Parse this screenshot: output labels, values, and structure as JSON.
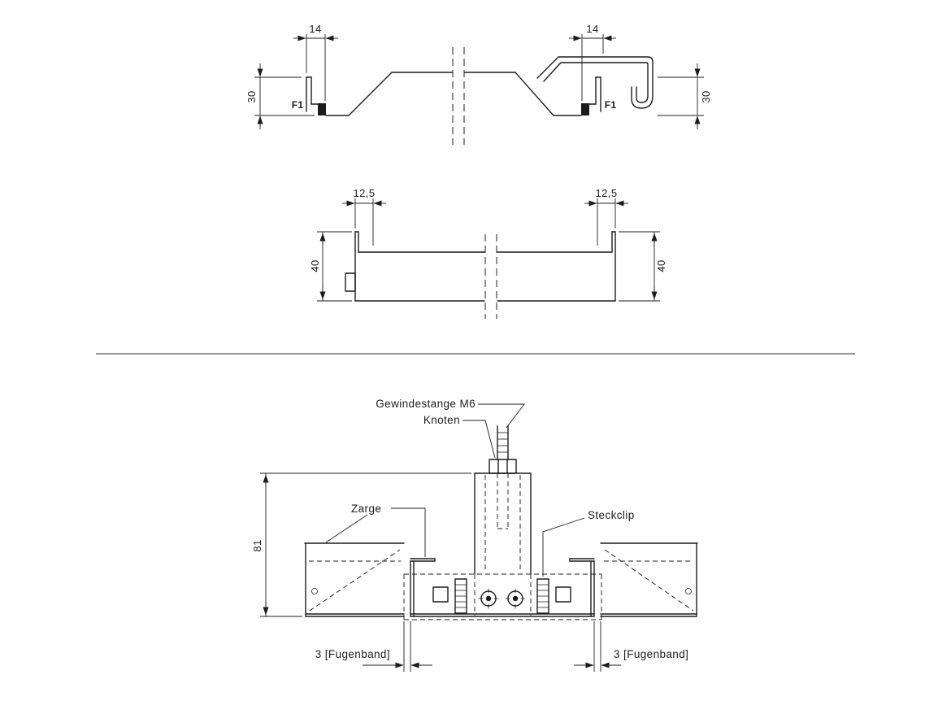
{
  "page": {
    "background": "#ffffff",
    "line_color": "#1c1c1c"
  },
  "top_profile": {
    "dim_width_left": "14",
    "dim_width_right": "14",
    "dim_height_left": "30",
    "dim_height_right": "30",
    "mark_left": "F1",
    "mark_right": "F1"
  },
  "middle_profile": {
    "dim_width_left": "12,5",
    "dim_width_right": "12,5",
    "dim_height_left": "40",
    "dim_height_right": "40"
  },
  "assembly": {
    "label_rod": "Gewindestange M6",
    "label_node": "Knoten",
    "label_frame": "Zarge",
    "label_clip": "Steckclip",
    "dim_height": "81",
    "dim_joint_left": "3 [Fugenband]",
    "dim_joint_right": "3 [Fugenband]"
  }
}
